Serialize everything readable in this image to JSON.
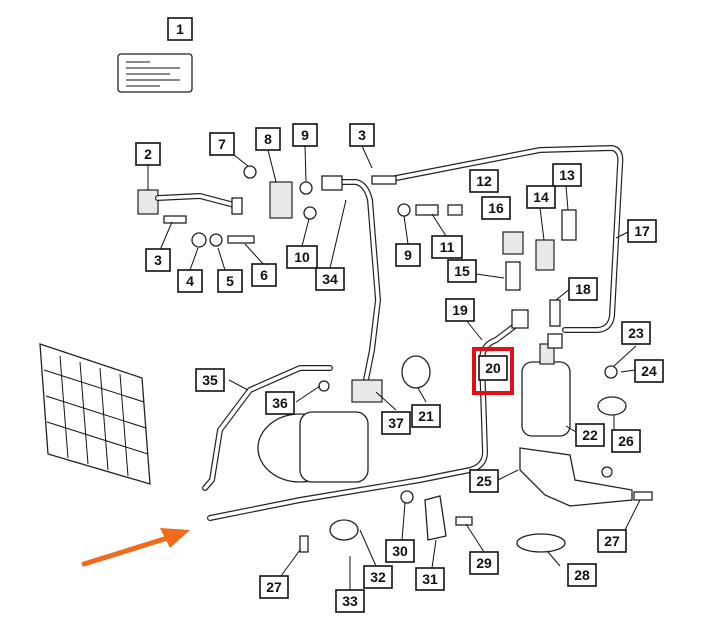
{
  "colors": {
    "highlight": "#e0101a",
    "arrow": "#f26a1b",
    "line": "#111111"
  },
  "labels": {
    "c1": "1",
    "c2": "2",
    "c3a": "3",
    "c3b": "3",
    "c4": "4",
    "c5": "5",
    "c6": "6",
    "c7": "7",
    "c8": "8",
    "c9a": "9",
    "c9b": "9",
    "c10": "10",
    "c11": "11",
    "c12": "12",
    "c13": "13",
    "c14": "14",
    "c15": "15",
    "c16": "16",
    "c17": "17",
    "c18": "18",
    "c19": "19",
    "c20": "20",
    "c21": "21",
    "c22": "22",
    "c23": "23",
    "c24": "24",
    "c25": "25",
    "c26": "26",
    "c27a": "27",
    "c27b": "27",
    "c28": "28",
    "c29": "29",
    "c30": "30",
    "c31": "31",
    "c32": "32",
    "c33": "33",
    "c34": "34",
    "c35": "35",
    "c36": "36",
    "c37": "37"
  },
  "highlighted_callout": "20",
  "icons": [
    "arrow-indicator-icon"
  ]
}
